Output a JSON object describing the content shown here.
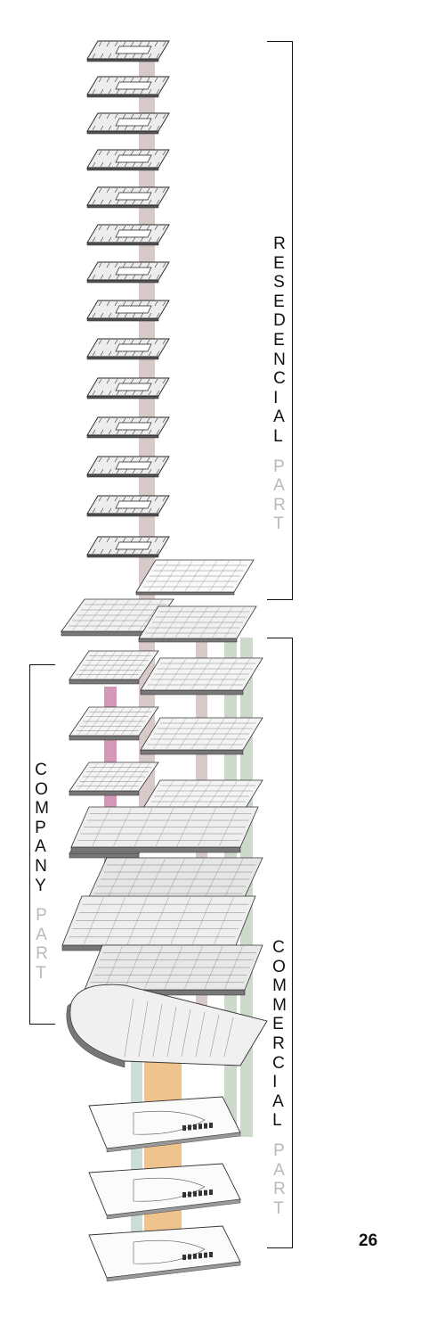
{
  "labels": {
    "residential": {
      "word_dark": "RESEDENCIAL",
      "word_light": "PART"
    },
    "company": {
      "word_dark": "COMPANY",
      "word_light": "PART"
    },
    "commercial": {
      "word_dark": "COMMERCIAL",
      "word_light": "PART"
    }
  },
  "page_number": "26",
  "colors": {
    "residential_core": "#d6c6c5",
    "company_core": "#d18fb3",
    "commercial_core": "#c8d6c7",
    "service_core": "#c7dad6",
    "parking_core": "#eebe83",
    "label_dark": "#111111",
    "label_light": "#b9b9b9",
    "line": "#333333"
  }
}
